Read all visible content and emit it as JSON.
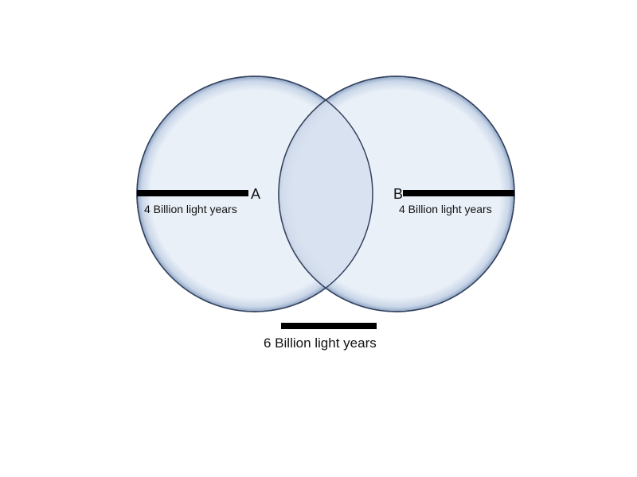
{
  "diagram": {
    "circle_a": {
      "label": "A",
      "radius_label": "4 Billion light years"
    },
    "circle_b": {
      "label": "B",
      "radius_label": "4 Billion light years"
    },
    "separation_label": "6 Billion light years",
    "colors": {
      "fill": "#e8eef7",
      "overlap": "#d6e0ee",
      "stroke": "#3b4a66",
      "bar": "#000000"
    }
  }
}
